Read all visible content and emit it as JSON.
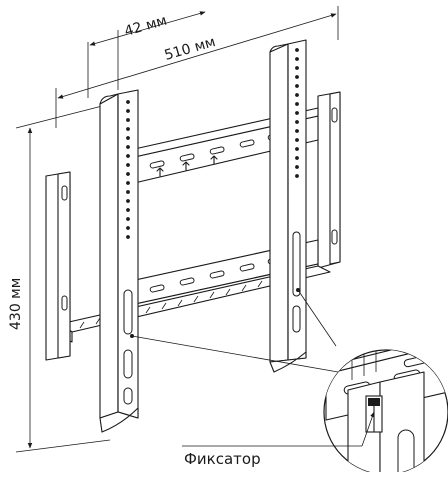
{
  "dimensions": {
    "top_gap": "42 мм",
    "width": "510 мм",
    "height": "430 мм"
  },
  "callout_label": "Фиксатор"
}
